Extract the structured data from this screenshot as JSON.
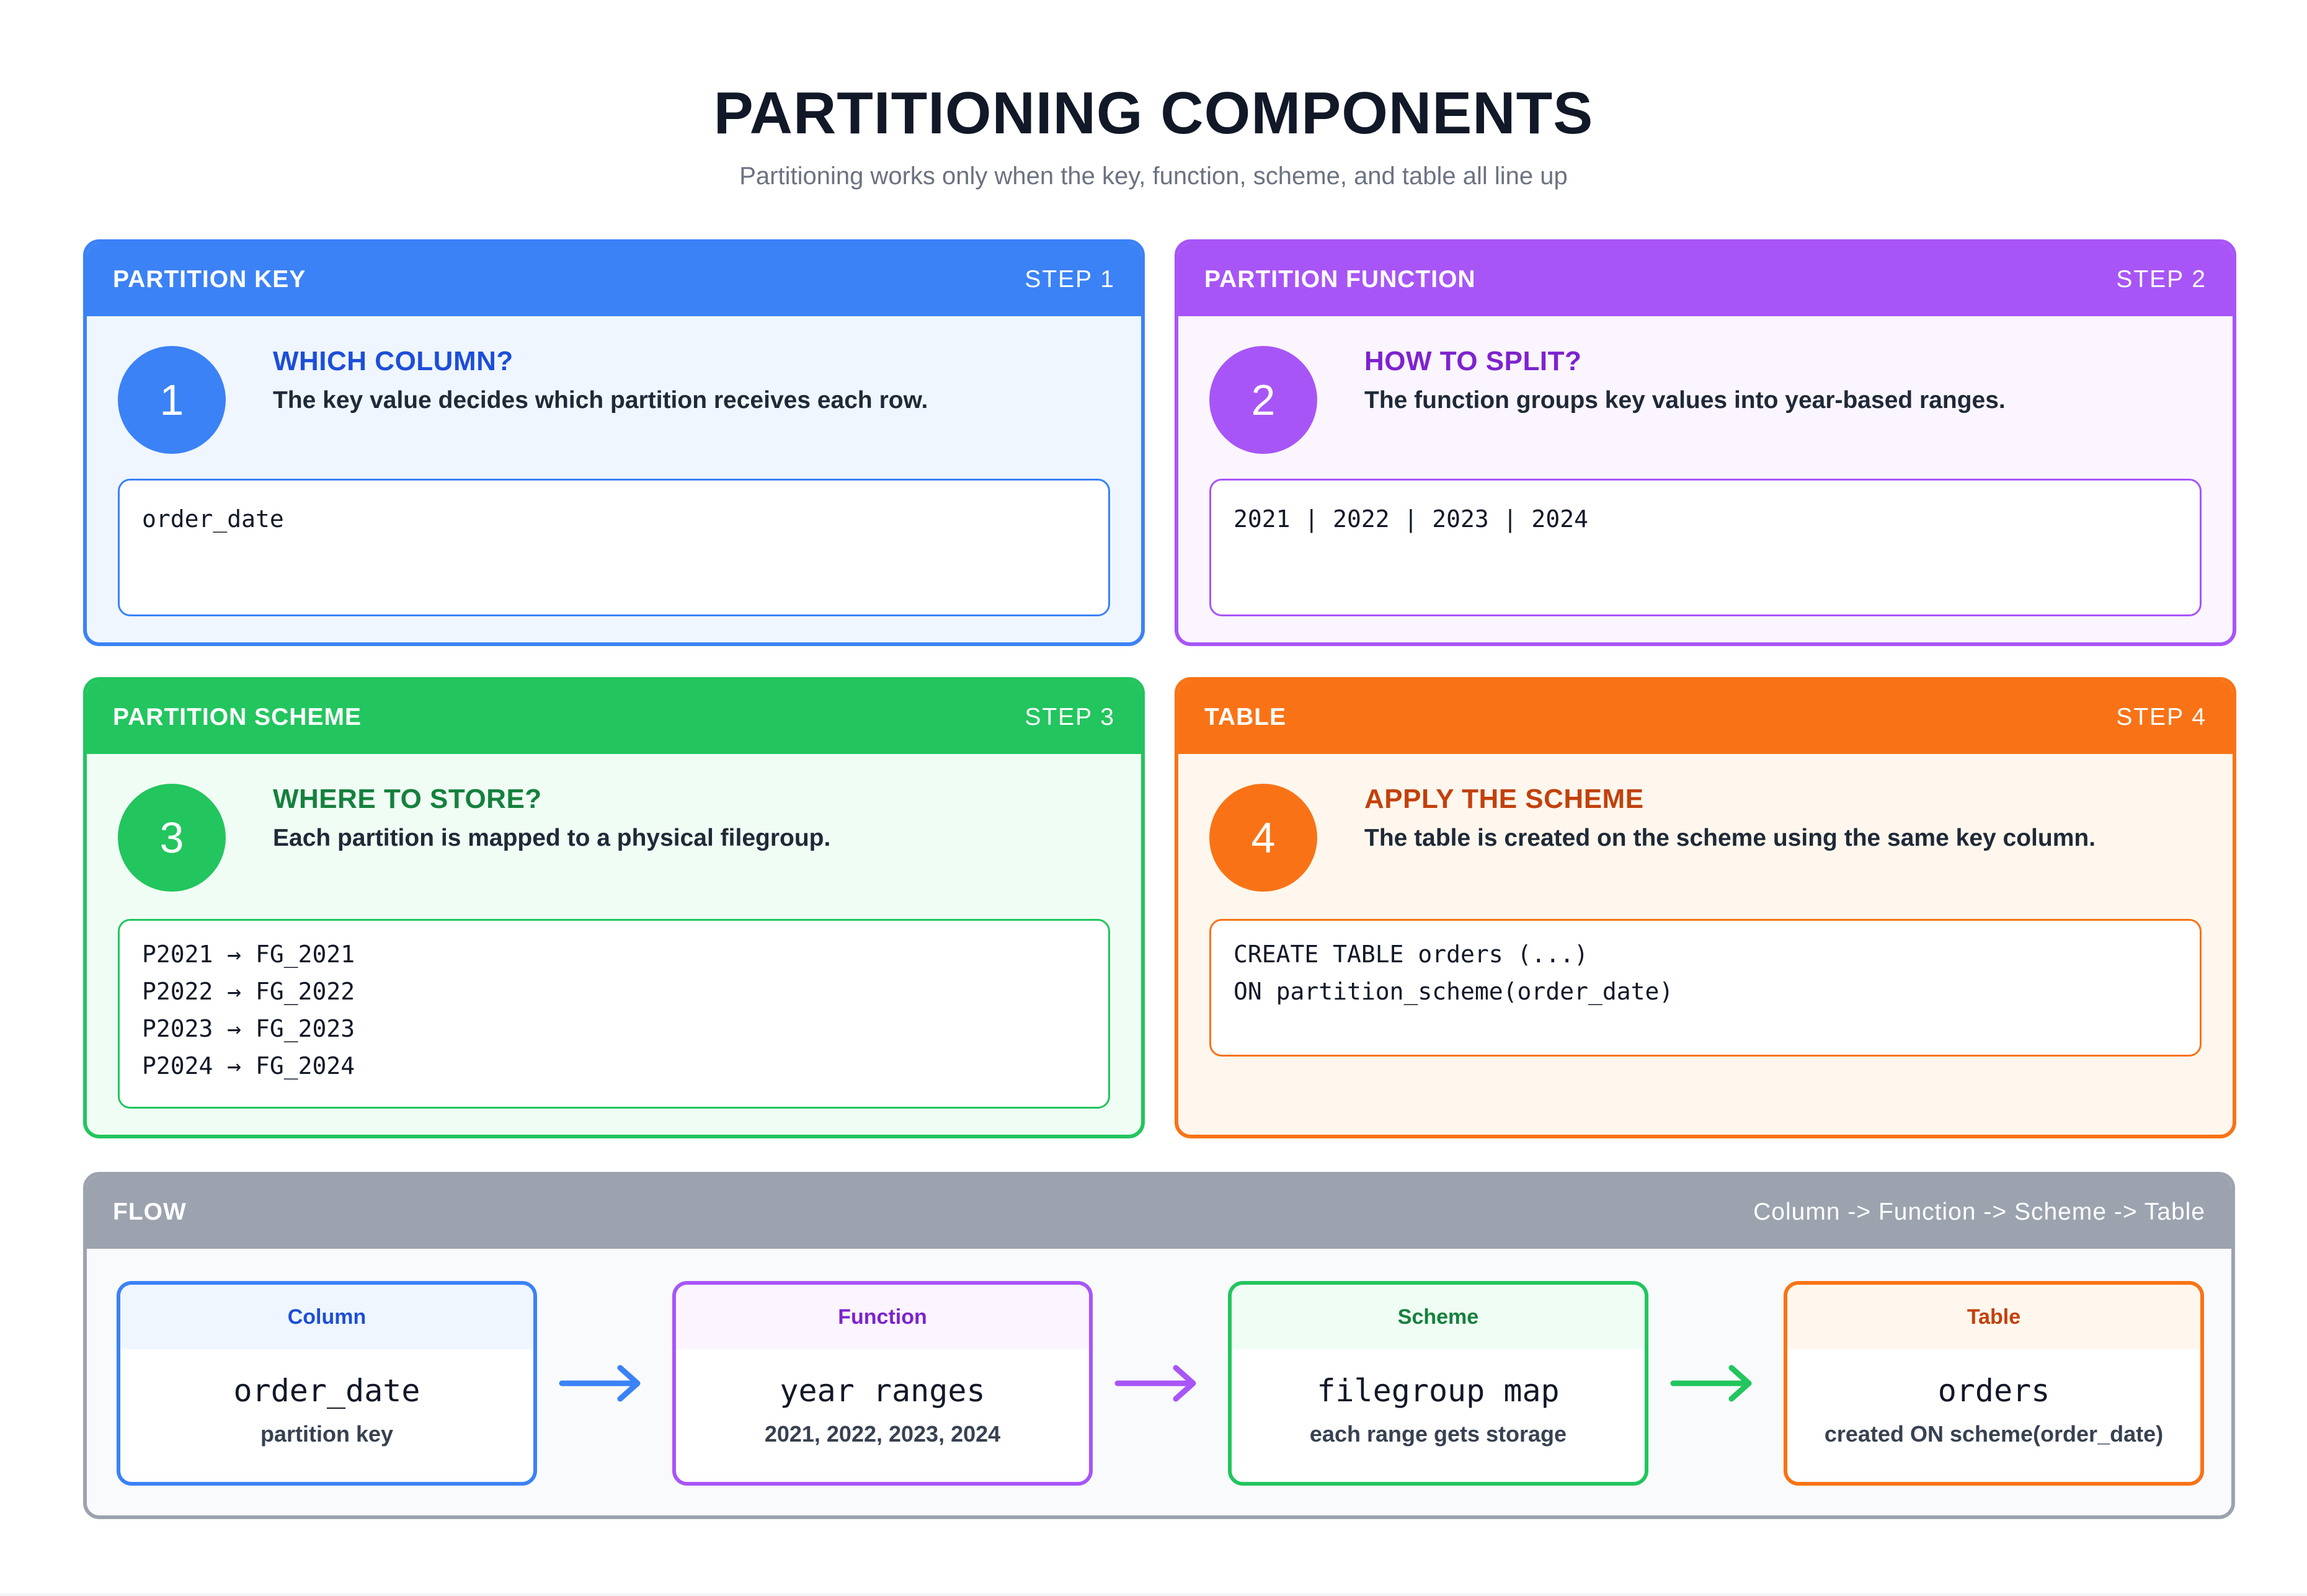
{
  "header": {
    "title": "PARTITIONING COMPONENTS",
    "subtitle": "Partitioning works only when the key, function, scheme, and table all line up"
  },
  "cards": [
    {
      "title": "PARTITION KEY",
      "step": "STEP 1",
      "number": "1",
      "question": "WHICH COLUMN?",
      "description": "The key value decides which partition receives each row.",
      "code": "order_date",
      "color": "#3b82f6"
    },
    {
      "title": "PARTITION FUNCTION",
      "step": "STEP 2",
      "number": "2",
      "question": "HOW TO SPLIT?",
      "description": "The function groups key values into year-based ranges.",
      "code": "2021 | 2022 | 2023 | 2024",
      "color": "#a855f7"
    },
    {
      "title": "PARTITION SCHEME",
      "step": "STEP 3",
      "number": "3",
      "question": "WHERE TO STORE?",
      "description": "Each partition is mapped to a physical filegroup.",
      "code": "P2021 → FG_2021\nP2022 → FG_2022\nP2023 → FG_2023\nP2024 → FG_2024",
      "color": "#22c55e"
    },
    {
      "title": "TABLE",
      "step": "STEP 4",
      "number": "4",
      "question": "APPLY THE SCHEME",
      "description": "The table is created on the scheme using the same key column.",
      "code": "CREATE TABLE orders (...)\nON partition_scheme(order_date)",
      "color": "#f97316"
    }
  ],
  "flow": {
    "title": "FLOW",
    "summary": "Column -> Function -> Scheme -> Table",
    "steps": [
      {
        "label": "Column",
        "main": "order_date",
        "sub": "partition key",
        "color": "#3b82f6"
      },
      {
        "label": "Function",
        "main": "year ranges",
        "sub": "2021, 2022, 2023, 2024",
        "color": "#a855f7"
      },
      {
        "label": "Scheme",
        "main": "filegroup map",
        "sub": "each range gets storage",
        "color": "#22c55e"
      },
      {
        "label": "Table",
        "main": "orders",
        "sub": "created ON scheme(order_date)",
        "color": "#f97316"
      }
    ],
    "arrow_colors": [
      "#3b82f6",
      "#a855f7",
      "#22c55e"
    ]
  }
}
